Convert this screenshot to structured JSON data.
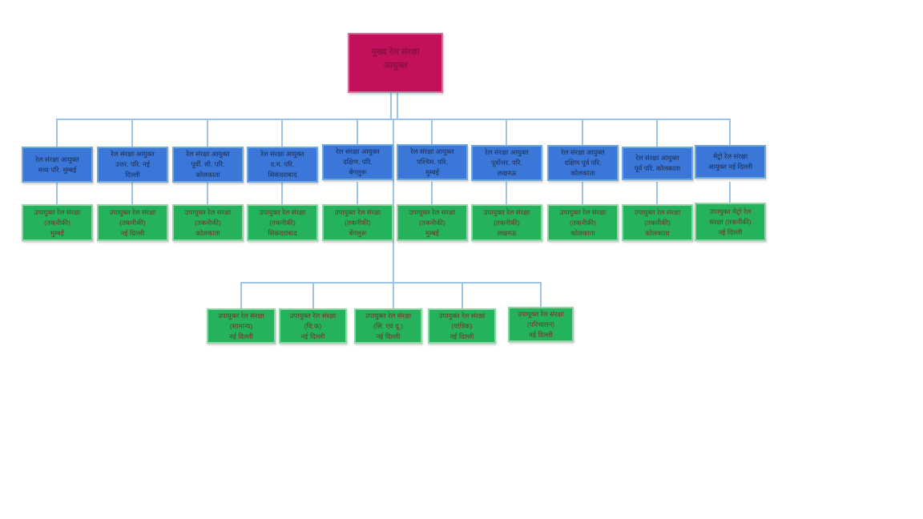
{
  "colors": {
    "root-fill": "#c2105a",
    "root-border": "#d0709c",
    "root-text": "#8c1140",
    "blue-fill": "#3b77d8",
    "blue-border": "#6fa8dc",
    "blue-text": "#1b2c4e",
    "green-fill": "#24b25d",
    "green-border": "#8ed6a6",
    "green-text": "#6d3628",
    "connector": "#9dc3e6"
  },
  "diagram": {
    "root": {
      "lines": [
        "मुख्य रेल संरक्षा",
        "आयुक्त"
      ]
    },
    "circle_commissioners": [
      {
        "lines": [
          "रेल संरक्षा आयुक्त",
          "मध्य परि. मुम्बई"
        ]
      },
      {
        "lines": [
          "रेल संरक्षा आयुक्त",
          "उत्तर. परि. नई",
          "दिल्ली"
        ]
      },
      {
        "lines": [
          "रेल संरक्षा आयुक्त",
          "पूर्वी. सी. परि.",
          "कोलकाता"
        ]
      },
      {
        "lines": [
          "रेल संरक्षा आयुक्त",
          "द.म. परि.",
          "सिकंदराबाद"
        ]
      },
      {
        "lines": [
          "रेल संरक्षा आयुक्त",
          "दक्षिण. परि.",
          "बेंगलुरू"
        ]
      },
      {
        "lines": [
          "रेल संरक्षा आयुक्त",
          "पश्चिम. परि.",
          "मुम्बई"
        ]
      },
      {
        "lines": [
          "रेल संरक्षा आयुक्त",
          "पूर्वोत्तर. परि.",
          "लखनऊ"
        ]
      },
      {
        "lines": [
          "रेल संरक्षा आयुक्त",
          "दक्षिण पूर्व परि.",
          "कोलकाता"
        ]
      },
      {
        "lines": [
          "रेल संरक्षा आयुक्त",
          "पूर्व परि. कोलकाता"
        ]
      },
      {
        "lines": [
          "मेट्रो रेल संरक्षा",
          "आयुक्त नई दिल्ली"
        ]
      }
    ],
    "circle_deputies": [
      {
        "lines": [
          "उपायुक्त रेल संरक्षा",
          "(तकनीकी)",
          "मुम्बई"
        ]
      },
      {
        "lines": [
          "उपायुक्त रेल संरक्षा",
          "(तकनीकी)",
          "नई दिल्ली"
        ]
      },
      {
        "lines": [
          "उपायुक्त रेल संरक्षा",
          "(तकनीकी)",
          "कोलकाता"
        ]
      },
      {
        "lines": [
          "उपायुक्त रेल संरक्षा",
          "(तकनीकी)",
          "सिकंदराबाद"
        ]
      },
      {
        "lines": [
          "उपायुक्त रेल संरक्षा",
          "(तकनीकी)",
          "बेंगलुरू"
        ]
      },
      {
        "lines": [
          "उपायुक्त रेल संरक्षा",
          "(तकनीकी)",
          "मुम्बई"
        ]
      },
      {
        "lines": [
          "उपायुक्त रेल संरक्षा",
          "(तकनीकी)",
          "लखनऊ"
        ]
      },
      {
        "lines": [
          "उपायुक्त रेल संरक्षा",
          "(तकनीकी)",
          "कोलकाता"
        ]
      },
      {
        "lines": [
          "उपायुक्त रेल संरक्षा",
          "(तकनीकी)",
          "कोलकाता"
        ]
      },
      {
        "lines": [
          "उपायुक्त मेट्रो रेल",
          "संरक्षा  (तकनीकी)",
          "नई दिल्ली"
        ]
      }
    ],
    "hq_deputies": [
      {
        "lines": [
          "उपायुक्त रेल संरक्षा",
          "(सामान्य)",
          "नई दिल्ली"
        ]
      },
      {
        "lines": [
          "उपायुक्त रेल संरक्षा",
          "(वि.क)",
          "नई दिल्ली"
        ]
      },
      {
        "lines": [
          "उपायुक्त रेल संरक्षा",
          "(सि. एवं दू.)",
          "नई दिल्ली"
        ]
      },
      {
        "lines": [
          "उपायुक्त रेल संरक्षा",
          "(यांत्रिक)",
          "नई दिल्ली"
        ]
      },
      {
        "lines": [
          "उपायुक्त रेल संरक्षा",
          "(परिचालन)",
          "नई दिल्ली"
        ]
      }
    ]
  }
}
